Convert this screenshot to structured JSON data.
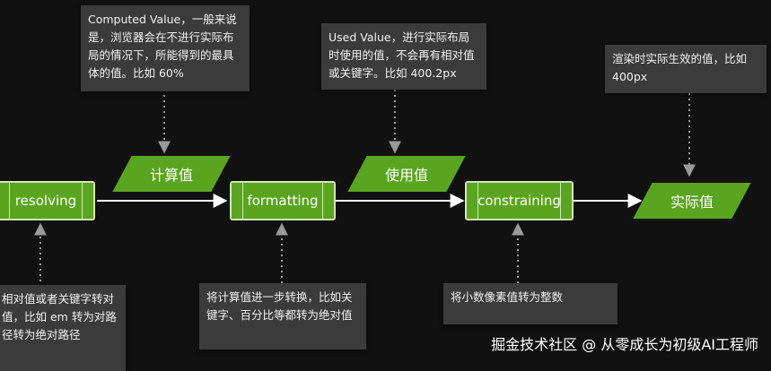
{
  "notes": {
    "computed_value": "Computed Value，一般来说是，浏览器会在不进行实际布局的情况下，所能得到的最具体的值。比如 60%",
    "used_value": "Used Value，进行实际布局时使用的值，不会再有相对值或关键字。比如 400.2px",
    "actual_value": "渲染时实际生效的值，比如 400px",
    "resolving_note": "相对值或者关键字转对值，比如 em 转为对路径转为绝对路径",
    "formatting_note": "将计算值进一步转换，比如关键字、百分比等都转为绝对值",
    "constraining_note": "将小数像素值转为整数"
  },
  "processes": {
    "resolving": "resolving",
    "formatting": "formatting",
    "constraining": "constraining"
  },
  "values": {
    "computed": "计算值",
    "used": "使用值",
    "actual": "实际值"
  },
  "watermark": "掘金技术社区 @ 从零成长为初级AI工程师",
  "colors": {
    "background": "#111111",
    "green": "#5aa51f",
    "note_bg": "#3b3b3b",
    "arrow": "#ffffff",
    "dotted": "#9a9a9a"
  }
}
